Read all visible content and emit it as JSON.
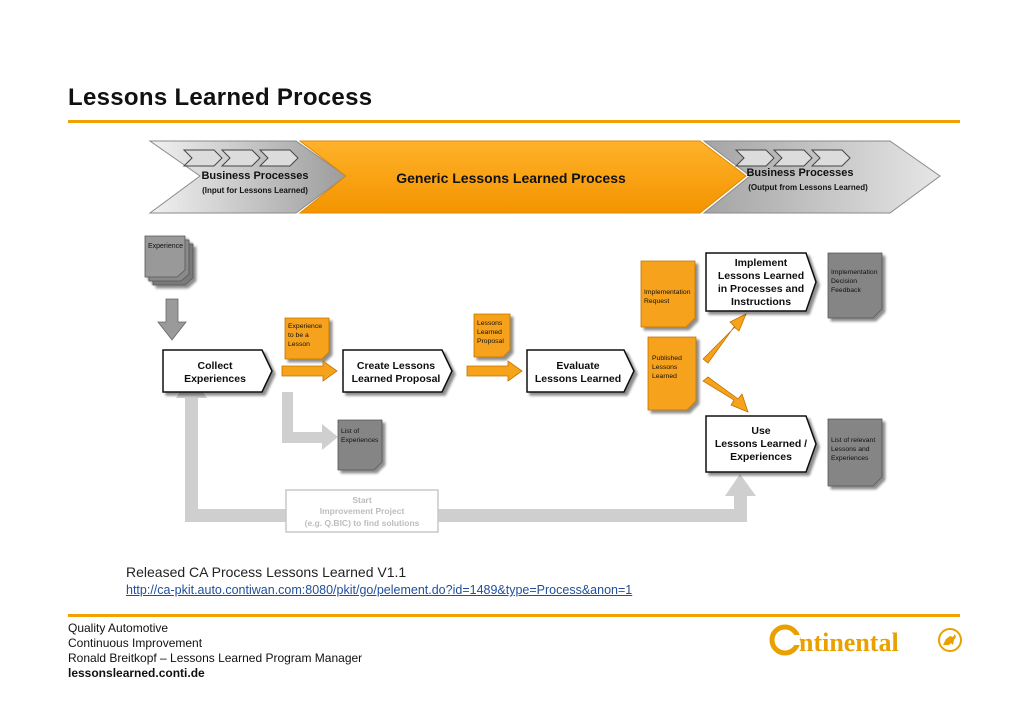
{
  "title": "Lessons Learned Process",
  "header": {
    "left_title": "Business Processes",
    "left_subtitle": "(Input for Lessons Learned)",
    "center_title": "Generic Lessons Learned Process",
    "right_title": "Business Processes",
    "right_subtitle": "(Output from Lessons Learned)"
  },
  "documents": {
    "experience": "Experience",
    "experience_to_be_lesson": [
      "Experience",
      "to be a",
      "Lesson"
    ],
    "lessons_learned_proposal": [
      "Lessons",
      "Learned",
      "Proposal"
    ],
    "list_of_experiences": [
      "List of",
      "Experiences"
    ],
    "implementation_request": [
      "Implementation",
      "Request"
    ],
    "published_lessons_learned": [
      "Published",
      "Lessons",
      "Learned"
    ],
    "implementation_decision_feedback": [
      "Implementation",
      "Decision",
      "Feedback"
    ],
    "list_relevant": [
      "List of relevant",
      "Lessons and",
      "Experiences"
    ]
  },
  "steps": {
    "collect": [
      "Collect",
      "Experiences"
    ],
    "create": [
      "Create Lessons",
      "Learned Proposal"
    ],
    "evaluate": [
      "Evaluate",
      "Lessons Learned"
    ],
    "implement": [
      "Implement",
      "Lessons Learned",
      "in Processes and",
      "Instructions"
    ],
    "use": [
      "Use",
      "Lessons Learned /",
      "Experiences"
    ]
  },
  "improvement": [
    "Start",
    "Improvement Project",
    "(e.g. Q.BIC) to find solutions"
  ],
  "released": "Released CA Process Lessons Learned V1.1",
  "link": "http://ca-pkit.auto.contiwan.com:8080/pkit/go/pelement.do?id=1489&type=Process&anon=1",
  "footer": {
    "org": "Quality Automotive",
    "dept": "Continuous Improvement",
    "author": "Ronald Breitkopf – Lessons Learned Program Manager",
    "site": "lessonslearned.conti.de"
  },
  "logo": {
    "text": "ntinental",
    "mark": "C"
  },
  "colors": {
    "orange": "#f7a21b",
    "accent": "#f2a100",
    "grey_doc": "#808080",
    "light_grey": "#d0d0d0"
  }
}
